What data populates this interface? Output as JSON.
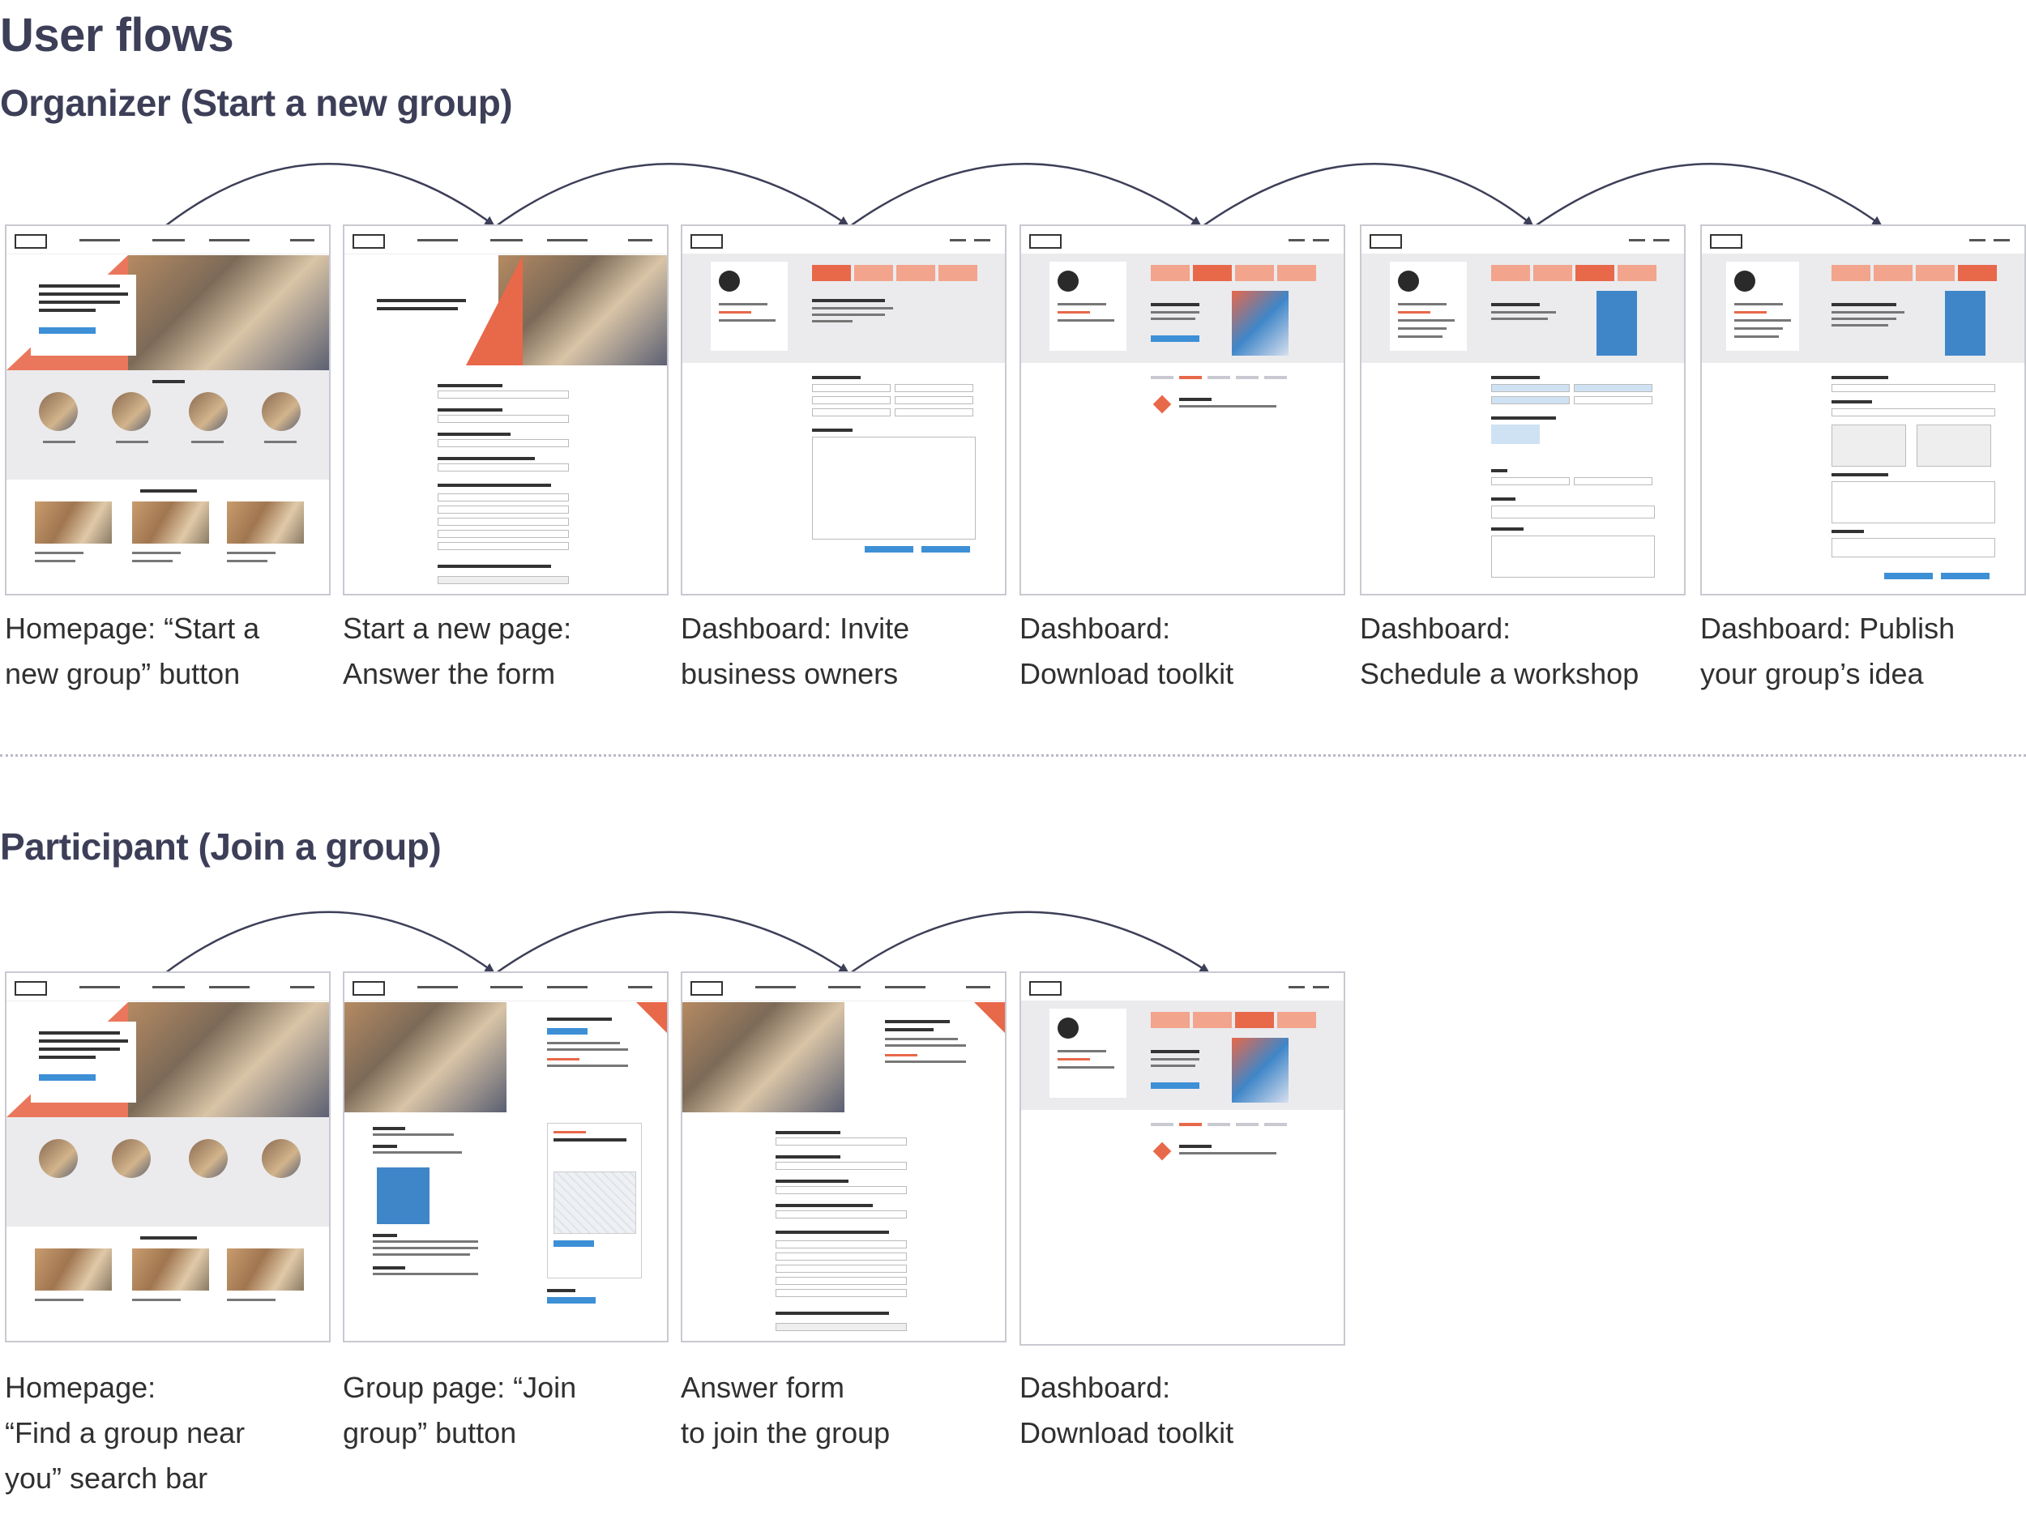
{
  "title": "User flows",
  "organizer": {
    "heading": "Organizer (Start a new group)",
    "steps": [
      {
        "caption": [
          "Homepage: “Start a",
          "new group” button"
        ]
      },
      {
        "caption": [
          "Start a new page:",
          "Answer the form"
        ]
      },
      {
        "caption": [
          "Dashboard: Invite",
          "business owners"
        ]
      },
      {
        "caption": [
          "Dashboard:",
          "Download toolkit"
        ]
      },
      {
        "caption": [
          "Dashboard:",
          "Schedule a workshop"
        ]
      },
      {
        "caption": [
          "Dashboard: Publish",
          "your group’s idea"
        ]
      }
    ]
  },
  "participant": {
    "heading": "Participant (Join a group)",
    "steps": [
      {
        "caption": [
          "Homepage:",
          "“Find a group near",
          "you” search bar"
        ]
      },
      {
        "caption": [
          "Group page: “Join",
          "group” button"
        ]
      },
      {
        "caption": [
          "Answer form",
          "to join the group"
        ]
      },
      {
        "caption": [
          "Dashboard:",
          "Download toolkit"
        ]
      }
    ]
  },
  "colors": {
    "accent": "#e8684a",
    "link": "#3d8fd6",
    "ink": "#3d3f58",
    "arrow": "#3d3f58"
  }
}
